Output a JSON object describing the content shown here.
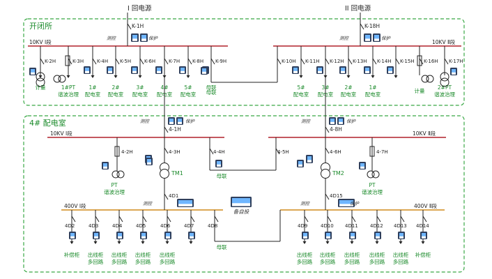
{
  "sources": {
    "left": "I 回电源",
    "right": "II 回电源"
  },
  "kaibisuo": {
    "title": "开闭所",
    "bus_left_label": "10KV Ⅰ段",
    "bus_right_label": "10KV Ⅱ段",
    "incomer_left": "K-1H",
    "incomer_right": "K-18H",
    "meter_label_a": "测控",
    "meter_label_b": "保护",
    "left_feeders": [
      "K-2H",
      "K-3H",
      "K-4H",
      "K-5H",
      "K-6H",
      "K-7H",
      "K-8H",
      "K-9H"
    ],
    "right_feeders": [
      "K-10H",
      "K-11H",
      "K-12H",
      "K-13H",
      "K-14H",
      "K-15H",
      "K-16H",
      "K-17H"
    ],
    "left_dest": [
      "计量",
      "1#PT\n谐波治理",
      "1#\n配电室",
      "2#\n配电室",
      "3#\n配电室",
      "4#\n配电室",
      "5#\n配电室",
      "母联"
    ],
    "right_dest": [
      "5#\n配电室",
      "3#\n配电室",
      "2#\n配电室",
      "1#\n配电室",
      "计量",
      "2#PT\n谐波治理"
    ]
  },
  "room4": {
    "title": "4# 配电室",
    "bus_left_label": "10KV Ⅰ段",
    "bus_right_label": "10KV Ⅱ段",
    "incomer_left": "4-1H",
    "incomer_right": "4-8H",
    "left_pt": "4-2H",
    "left_tx_sw": "4-3H",
    "bus_tie_left": "4-4H",
    "bus_tie_right": "4-5H",
    "right_tx_sw": "4-6H",
    "right_pt": "4-7H",
    "tm1": "TM1",
    "tm2": "TM2",
    "pt_label": "PT\n谐波治理",
    "bus_tie_label": "母联",
    "lv_in_left": "4D1",
    "lv_in_right": "4D15",
    "auto_switch": "备自投",
    "lv_left_label": "400V Ⅰ段",
    "lv_right_label": "400V Ⅱ段",
    "lv_left_feeders": [
      "4D2",
      "4D3",
      "4D4",
      "4D5",
      "4D6",
      "4D7",
      "4D8"
    ],
    "lv_right_feeders": [
      "4D9",
      "4D10",
      "4D11",
      "4D12",
      "4D13",
      "4D14"
    ],
    "lv_left_dest": [
      "补偿柜",
      "出线柜\n多回路",
      "出线柜\n多回路",
      "出线柜\n多回路",
      "出线柜\n多回路",
      "",
      "母联"
    ],
    "lv_right_dest": [
      "出线柜\n多回路",
      "出线柜\n多回路",
      "出线柜\n多回路",
      "出线柜\n多回路",
      "出线柜\n多回路",
      "补偿柜"
    ]
  },
  "colors": {
    "hv_bus": "#b0202a",
    "lv_bus": "#d18a1a",
    "zone": "#39a845",
    "label": "#1a8a2a"
  }
}
